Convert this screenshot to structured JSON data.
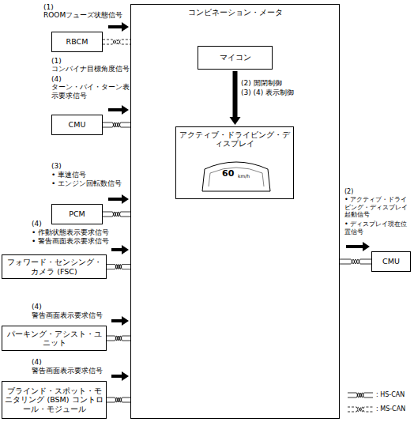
{
  "diagram": {
    "nodes": [
      {
        "text": [
          "コンビネーション・メータ"
        ]
      },
      {
        "text": [
          "マイコン"
        ],
        "in": 0
      },
      {
        "text": [
          "アクティブ・ドライビング・ディスプレイ"
        ],
        "in": 0
      },
      {
        "text": [
          "RBCM"
        ]
      },
      {
        "text": [
          "CMU"
        ]
      },
      {
        "text": [
          "PCM"
        ]
      },
      {
        "text": [
          "フォワード・センシング・カメラ (FSC)"
        ]
      },
      {
        "text": [
          "パーキング・アシスト・ユニット"
        ]
      },
      {
        "text": [
          "ブラインド・スポット・モニタリング (BSM) コントロール・モジュール"
        ]
      },
      {
        "text": [
          "CMU"
        ]
      }
    ],
    "edges": [
      {
        "from": 3,
        "to": 0,
        "arrow": "to"
      },
      {
        "from": 4,
        "to": 0,
        "arrow": "to"
      },
      {
        "from": 5,
        "to": 0,
        "arrow": "to"
      },
      {
        "from": 6,
        "to": 0,
        "arrow": "to"
      },
      {
        "from": 7,
        "to": 0,
        "arrow": "to"
      },
      {
        "from": 8,
        "to": 0,
        "arrow": "to"
      },
      {
        "from": 0,
        "to": 9,
        "arrow": "to"
      },
      {
        "from": 1,
        "to": 2,
        "arrow": "to"
      }
    ],
    "labels": [
      "(1)",
      "ROOMフューズ状態信号",
      "(1)",
      "コンバイナ目標角度信号",
      "(4)",
      "ターン・バイ・ターン表示要求信号",
      "(3)",
      "• 車速信号",
      "• エンジン回転数信号",
      "(4)",
      "• 作動状態表示要求信号",
      "• 警告画面表示要求信号",
      "(4)",
      "警告画面表示要求信号",
      "(4)",
      "警告画面表示要求信号",
      "(2) 開閉制御",
      "(3) (4) 表示制御",
      "(2)",
      "• アクティブ・ドライビング・ディスプレイ起動信号",
      "• ディスプレイ現在位置信号",
      "60",
      "km/h"
    ],
    "legend": [
      {
        "text": ": HS-CAN"
      },
      {
        "text": ": MS-CAN"
      }
    ]
  }
}
